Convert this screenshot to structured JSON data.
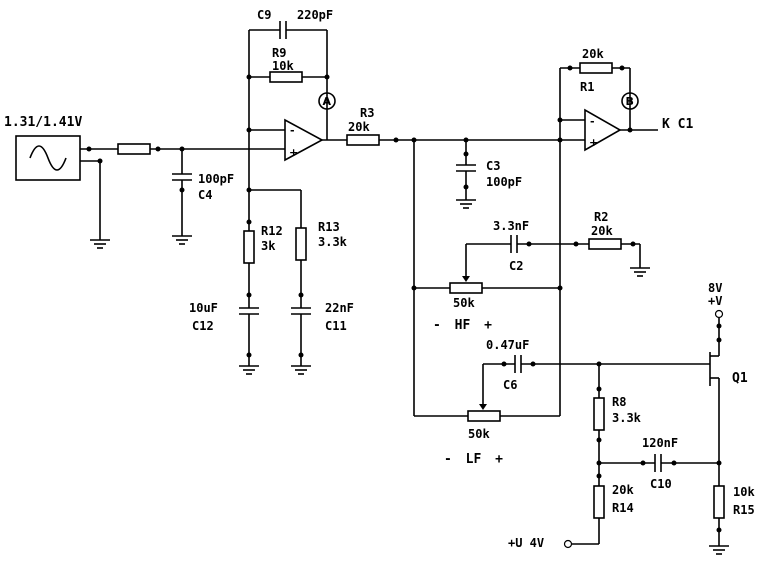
{
  "source": {
    "label": "1.31/1.41V"
  },
  "c9": {
    "name": "C9",
    "value": "220pF"
  },
  "r9": {
    "name": "R9",
    "value": "10k"
  },
  "r3": {
    "name": "R3",
    "value": "20k"
  },
  "c4": {
    "name": "C4",
    "value": "100pF"
  },
  "r12": {
    "name": "R12",
    "value": "3k"
  },
  "r13": {
    "name": "R13",
    "value": "3.3k"
  },
  "c12": {
    "name": "C12",
    "value": "10uF"
  },
  "c11": {
    "name": "C11",
    "value": "22nF"
  },
  "r1": {
    "name": "R1",
    "value": "20k"
  },
  "c3": {
    "name": "C3",
    "value": "100pF"
  },
  "c2": {
    "name": "C2",
    "value": "3.3nF"
  },
  "r2": {
    "name": "R2",
    "value": "20k"
  },
  "hf": {
    "pot": "50k",
    "label": "- HF +"
  },
  "c6": {
    "name": "C6",
    "value": "0.47uF"
  },
  "lf": {
    "pot": "50k",
    "label": "- LF +"
  },
  "r8": {
    "name": "R8",
    "value": "3.3k"
  },
  "c10": {
    "name": "C10",
    "value": "120nF"
  },
  "r14": {
    "name": "R14",
    "value": "20k"
  },
  "r15": {
    "name": "R15",
    "value": "10k"
  },
  "q1": {
    "name": "Q1"
  },
  "supply": {
    "voltage": "8V",
    "label": "+V"
  },
  "bias": {
    "label": "+U 4V"
  },
  "output": {
    "label": "K C1"
  },
  "probe_a": "A",
  "probe_b": "B",
  "opamp": {
    "minus": "-",
    "plus": "+"
  }
}
